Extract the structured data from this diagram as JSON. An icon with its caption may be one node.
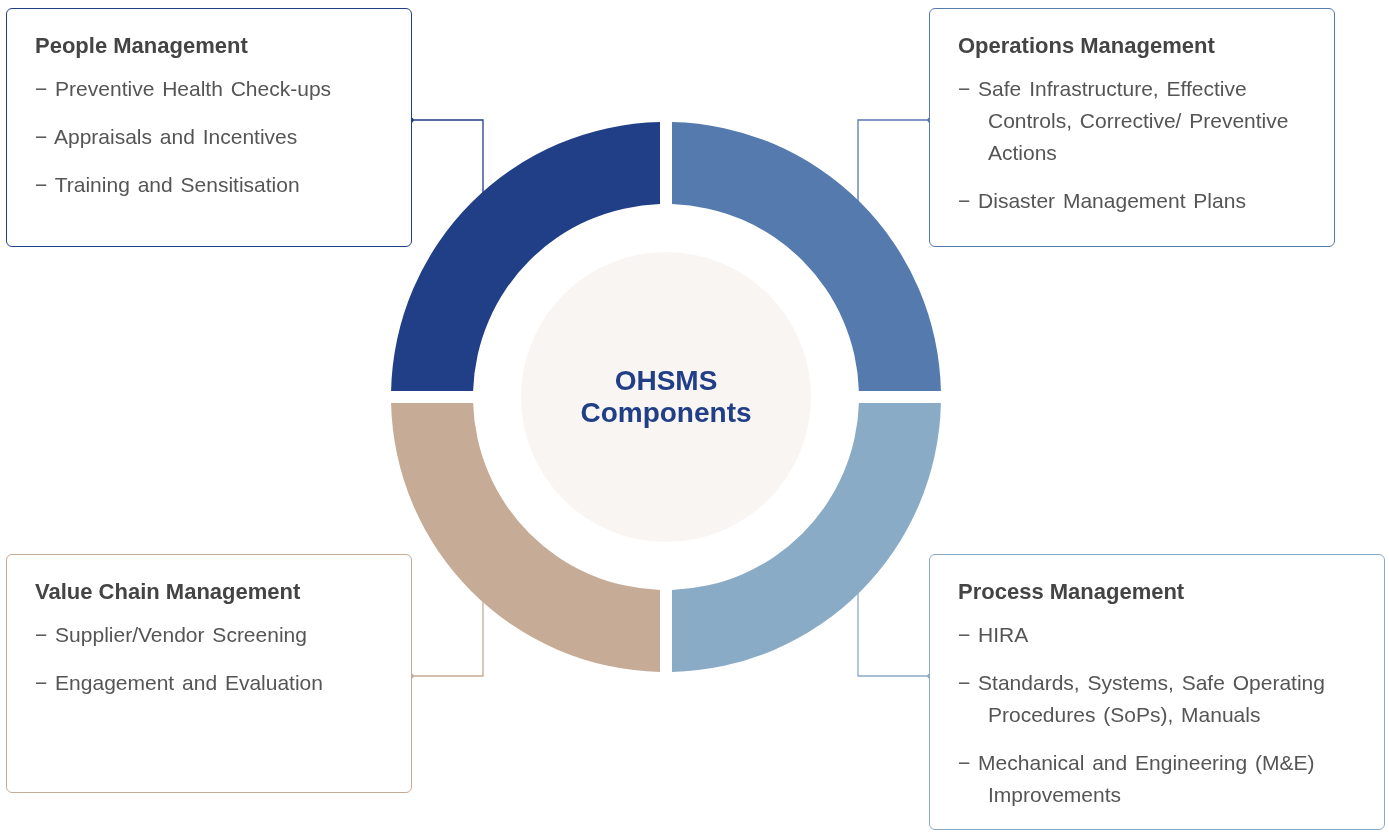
{
  "diagram": {
    "nodes": [
      {
        "text": [
          "People Management",
          "− Preventive Health Check-ups",
          "− Appraisals and Incentives",
          "− Training and Sensitisation"
        ]
      },
      {
        "text": [
          "Operations Management",
          "− Safe Infrastructure, Effective Controls, Corrective/ Preventive Actions",
          "− Disaster Management Plans"
        ]
      },
      {
        "text": [],
        "shape": "arc"
      },
      {
        "text": [],
        "shape": "arc"
      },
      {
        "text": [
          "OHSMS Components"
        ]
      },
      {
        "text": [],
        "shape": "arc"
      },
      {
        "text": [],
        "shape": "arc"
      },
      {
        "text": [
          "Value Chain Management",
          "− Supplier/Vendor Screening",
          "− Engagement and Evaluation"
        ]
      },
      {
        "text": [
          "Process Management",
          "− HIRA",
          "− Standards, Systems, Safe Operating Procedures (SoPs), Manuals",
          "− Mechanical and Engineering (M&E) Improvements"
        ]
      }
    ],
    "edges": [
      {
        "from": 0,
        "to": 2,
        "arrow": "other",
        "color": "#213f87"
      },
      {
        "from": 1,
        "to": 3,
        "arrow": "other",
        "color": "#557aae"
      },
      {
        "from": 7,
        "to": 5,
        "arrow": "other",
        "color": "#c6ab96"
      },
      {
        "from": 8,
        "to": 6,
        "arrow": "other",
        "color": "#8aabc6"
      }
    ]
  }
}
